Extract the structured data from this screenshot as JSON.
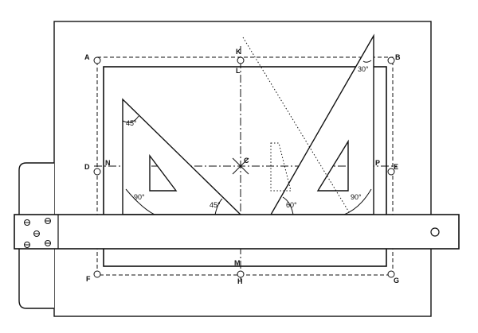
{
  "diagram": {
    "points": {
      "A": "A",
      "B": "B",
      "C": "C",
      "D": "D",
      "E": "E",
      "F": "F",
      "G": "G",
      "H": "H",
      "K": "K",
      "L": "L",
      "M": "M",
      "N": "N",
      "P": "P"
    },
    "angles": {
      "tri45_top": "45°",
      "tri45_right_angle": "90°",
      "tri45_bottom": "45°",
      "tri30_top": "30°",
      "tri30_bottom": "60°",
      "tri30_right_angle": "90°"
    }
  }
}
